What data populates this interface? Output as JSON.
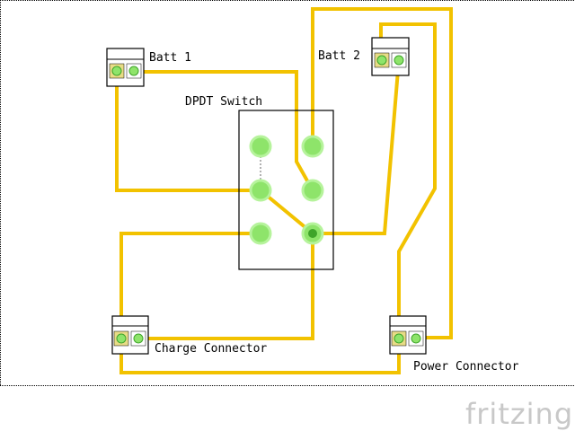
{
  "labels": {
    "batt1": "Batt 1",
    "batt2": "Batt 2",
    "switch": "DPDT Switch",
    "charge": "Charge Connector",
    "power": "Power Connector"
  },
  "watermark": "fritzing",
  "colors": {
    "wire": "#f2c200",
    "pin_fill": "#8ee46a",
    "pin_core": "#b6f39c",
    "pin_ring": "#3fa42a",
    "switch_pin": "#5fd44a",
    "outline": "#000000",
    "background": "#ffffff",
    "watermark": "#c8c8c8"
  }
}
